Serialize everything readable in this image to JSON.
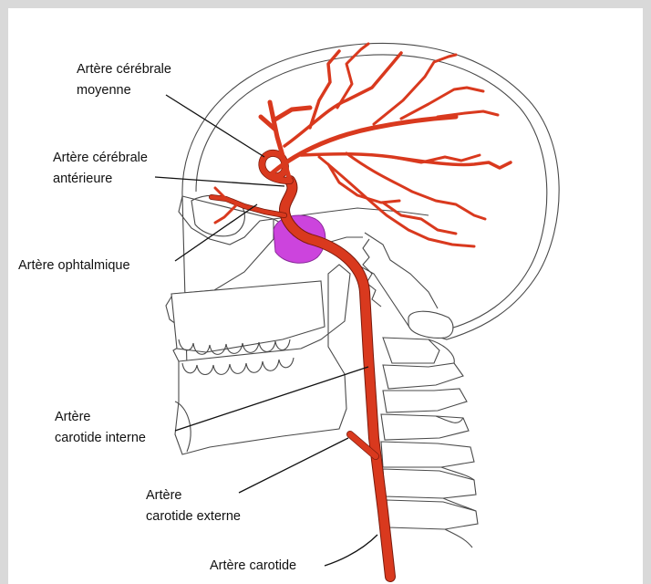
{
  "diagram": {
    "labels": {
      "cerebrale_moyenne_l1": "Artère cérébrale",
      "cerebrale_moyenne_l2": "moyenne",
      "cerebrale_anterieure_l1": "Artère cérébrale",
      "cerebrale_anterieure_l2": "antérieure",
      "ophtalmique": "Artère ophtalmique",
      "carotide_interne_l1": "Artère",
      "carotide_interne_l2": "carotide interne",
      "carotide_externe_l1": "Artère",
      "carotide_externe_l2": "carotide externe",
      "carotide": "Artère carotide"
    },
    "colors": {
      "background": "#d9d9d9",
      "panel": "#ffffff",
      "artery": "#d9391e",
      "pituitary": "#cc44dd",
      "outline": "#4a4a4a"
    }
  }
}
